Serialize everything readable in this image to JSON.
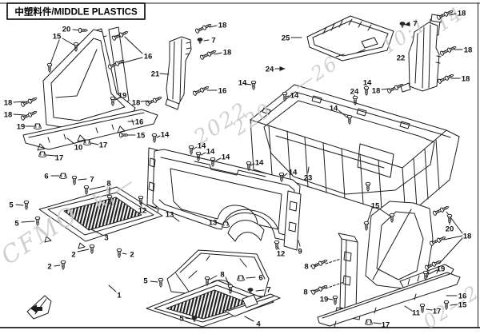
{
  "title": {
    "full": "中塑料件/MIDDLE PLASTICS"
  },
  "colors": {
    "ink": "#1c1c1c",
    "label": "#101010",
    "watermark": "#c8c8c8",
    "bg": "#ffffff"
  },
  "diagram": {
    "callouts": [
      [
        "20",
        83,
        36
      ],
      [
        "15",
        71,
        45
      ],
      [
        "16",
        185,
        70
      ],
      [
        "18",
        10,
        128
      ],
      [
        "18",
        10,
        143
      ],
      [
        "19",
        26,
        158
      ],
      [
        "19",
        153,
        119
      ],
      [
        "18",
        170,
        128
      ],
      [
        "16",
        174,
        152
      ],
      [
        "15",
        176,
        169
      ],
      [
        "10",
        98,
        184
      ],
      [
        "17",
        129,
        181
      ],
      [
        "17",
        74,
        197
      ],
      [
        "21",
        194,
        92
      ],
      [
        "18",
        278,
        31
      ],
      [
        "7",
        267,
        50
      ],
      [
        "18",
        284,
        65
      ],
      [
        "16",
        278,
        113
      ],
      [
        "24",
        337,
        86
      ],
      [
        "14",
        303,
        103
      ],
      [
        "14",
        368,
        119
      ],
      [
        "14",
        417,
        135
      ],
      [
        "24",
        443,
        114
      ],
      [
        "14",
        459,
        103
      ],
      [
        "18",
        470,
        113
      ],
      [
        "25",
        357,
        47
      ],
      [
        "22",
        501,
        72
      ],
      [
        "7",
        519,
        29
      ],
      [
        "18",
        577,
        16
      ],
      [
        "18",
        585,
        62
      ],
      [
        "18",
        582,
        98
      ],
      [
        "14",
        324,
        203
      ],
      [
        "14",
        366,
        215
      ],
      [
        "23",
        385,
        222
      ],
      [
        "14",
        206,
        168
      ],
      [
        "14",
        252,
        182
      ],
      [
        "14",
        263,
        189
      ],
      [
        "14",
        282,
        196
      ],
      [
        "12",
        178,
        263
      ],
      [
        "13",
        212,
        268
      ],
      [
        "13",
        266,
        278
      ],
      [
        "9",
        375,
        314
      ],
      [
        "12",
        351,
        317
      ],
      [
        "6",
        58,
        220
      ],
      [
        "7",
        115,
        224
      ],
      [
        "8",
        136,
        229
      ],
      [
        "5",
        14,
        256
      ],
      [
        "5",
        21,
        279
      ],
      [
        "3",
        133,
        297
      ],
      [
        "2",
        92,
        318
      ],
      [
        "2",
        165,
        318
      ],
      [
        "2",
        62,
        333
      ],
      [
        "1",
        149,
        369
      ],
      [
        "5",
        182,
        351
      ],
      [
        "8",
        278,
        343
      ],
      [
        "6",
        326,
        347
      ],
      [
        "7",
        336,
        362
      ],
      [
        "5",
        227,
        398
      ],
      [
        "4",
        323,
        405
      ],
      [
        "15",
        469,
        257
      ],
      [
        "20",
        562,
        286
      ],
      [
        "18",
        584,
        295
      ],
      [
        "19",
        551,
        336
      ],
      [
        "8",
        383,
        333
      ],
      [
        "8",
        382,
        365
      ],
      [
        "19",
        405,
        374
      ],
      [
        "16",
        578,
        370
      ],
      [
        "15",
        578,
        381
      ],
      [
        "11",
        520,
        391
      ],
      [
        "17",
        546,
        389
      ],
      [
        "17",
        482,
        406
      ]
    ],
    "fasteners": [
      [
        "screw",
        104,
        38,
        -90
      ],
      [
        "screw",
        62,
        85,
        0
      ],
      [
        "screw",
        95,
        59,
        0
      ],
      [
        "screwpair",
        151,
        44,
        0
      ],
      [
        "screwpair",
        146,
        80,
        0
      ],
      [
        "screwpair",
        37,
        127,
        0
      ],
      [
        "screwpair",
        37,
        144,
        0
      ],
      [
        "clip",
        47,
        158,
        0
      ],
      [
        "screw",
        141,
        127,
        0
      ],
      [
        "screwpair",
        193,
        126,
        0
      ],
      [
        "screw",
        155,
        169,
        -90
      ],
      [
        "clip",
        109,
        178,
        0
      ],
      [
        "clip",
        53,
        193,
        0
      ],
      [
        "screwpair",
        255,
        35,
        0
      ],
      [
        "rivet",
        250,
        51,
        0
      ],
      [
        "screwpair",
        261,
        68,
        0
      ],
      [
        "screwpair",
        252,
        113,
        0
      ],
      [
        "screw",
        317,
        107,
        0
      ],
      [
        "screw",
        356,
        121,
        0
      ],
      [
        "screw",
        437,
        150,
        0
      ],
      [
        "screw",
        444,
        126,
        0
      ],
      [
        "screw",
        458,
        114,
        0
      ],
      [
        "screwpair",
        495,
        110,
        0
      ],
      [
        "screw",
        311,
        208,
        0
      ],
      [
        "screw",
        352,
        222,
        0
      ],
      [
        "screwpair",
        557,
        18,
        0
      ],
      [
        "screwpair",
        561,
        63,
        0
      ],
      [
        "screwpair",
        558,
        98,
        0
      ],
      [
        "rivet",
        503,
        31,
        0
      ],
      [
        "screw",
        193,
        173,
        0
      ],
      [
        "screw",
        239,
        188,
        0
      ],
      [
        "screw",
        248,
        196,
        0
      ],
      [
        "screw",
        266,
        203,
        0
      ],
      [
        "screw",
        176,
        251,
        0
      ],
      [
        "clip",
        282,
        281,
        0
      ],
      [
        "screw",
        346,
        307,
        0
      ],
      [
        "clip",
        79,
        220,
        0
      ],
      [
        "screw",
        93,
        226,
        0
      ],
      [
        "screw",
        108,
        238,
        0
      ],
      [
        "screw",
        137,
        250,
        0
      ],
      [
        "screw",
        33,
        257,
        0
      ],
      [
        "screw",
        47,
        277,
        0
      ],
      [
        "screw",
        115,
        312,
        0
      ],
      [
        "screw",
        149,
        317,
        0
      ],
      [
        "screw",
        79,
        332,
        0
      ],
      [
        "screw",
        201,
        354,
        0
      ],
      [
        "screw",
        259,
        352,
        0
      ],
      [
        "screw",
        288,
        362,
        0
      ],
      [
        "clip",
        301,
        348,
        0
      ],
      [
        "rivet",
        313,
        364,
        0
      ],
      [
        "rivet",
        243,
        399,
        0
      ],
      [
        "screw",
        458,
        283,
        0
      ],
      [
        "screw",
        490,
        273,
        0
      ],
      [
        "screw",
        562,
        274,
        0
      ],
      [
        "screwpair",
        552,
        263,
        0
      ],
      [
        "screwpair",
        548,
        301,
        0
      ],
      [
        "screwpair",
        542,
        331,
        0
      ],
      [
        "screw",
        532,
        345,
        0
      ],
      [
        "screwpair",
        400,
        330,
        0
      ],
      [
        "screwpair",
        400,
        362,
        0
      ],
      [
        "screw",
        419,
        376,
        0
      ],
      [
        "screw",
        558,
        382,
        0
      ],
      [
        "screw",
        528,
        386,
        0
      ],
      [
        "clip",
        461,
        403,
        0
      ],
      [
        "screw",
        460,
        234,
        0
      ]
    ],
    "leaders": [
      [
        91,
        37,
        100,
        38
      ],
      [
        74,
        50,
        63,
        80
      ],
      [
        78,
        48,
        92,
        56
      ],
      [
        178,
        67,
        156,
        46
      ],
      [
        178,
        72,
        152,
        79
      ],
      [
        17,
        128,
        31,
        127
      ],
      [
        17,
        143,
        31,
        144
      ],
      [
        32,
        158,
        42,
        158
      ],
      [
        150,
        122,
        144,
        125
      ],
      [
        176,
        127,
        186,
        126
      ],
      [
        168,
        152,
        160,
        152
      ],
      [
        169,
        169,
        160,
        169
      ],
      [
        93,
        180,
        84,
        173
      ],
      [
        123,
        181,
        114,
        179
      ],
      [
        70,
        195,
        58,
        194
      ],
      [
        200,
        92,
        211,
        93
      ],
      [
        271,
        32,
        262,
        34
      ],
      [
        261,
        50,
        255,
        51
      ],
      [
        277,
        66,
        268,
        68
      ],
      [
        271,
        113,
        259,
        113
      ],
      [
        344,
        86,
        356,
        86,
        "a"
      ],
      [
        306,
        105,
        314,
        106
      ],
      [
        361,
        120,
        358,
        121
      ],
      [
        423,
        138,
        434,
        147
      ],
      [
        443,
        119,
        444,
        123
      ],
      [
        459,
        108,
        458,
        112
      ],
      [
        477,
        112,
        487,
        111
      ],
      [
        364,
        47,
        377,
        47
      ],
      [
        512,
        30,
        506,
        31,
        "a"
      ],
      [
        570,
        17,
        562,
        19
      ],
      [
        578,
        62,
        568,
        62
      ],
      [
        575,
        98,
        564,
        98
      ],
      [
        318,
        205,
        313,
        207
      ],
      [
        359,
        217,
        354,
        221
      ],
      [
        385,
        216,
        386,
        209
      ],
      [
        200,
        170,
        196,
        172
      ],
      [
        246,
        184,
        241,
        187
      ],
      [
        257,
        191,
        251,
        194
      ],
      [
        276,
        198,
        270,
        201
      ],
      [
        177,
        258,
        176,
        254
      ],
      [
        216,
        271,
        224,
        277
      ],
      [
        272,
        279,
        278,
        281
      ],
      [
        375,
        308,
        373,
        301
      ],
      [
        349,
        312,
        347,
        309
      ],
      [
        64,
        220,
        74,
        220
      ],
      [
        108,
        224,
        98,
        225
      ],
      [
        131,
        233,
        112,
        237
      ],
      [
        137,
        234,
        137,
        246
      ],
      [
        20,
        256,
        29,
        257
      ],
      [
        27,
        278,
        43,
        277
      ],
      [
        128,
        294,
        114,
        287
      ],
      [
        97,
        315,
        111,
        312
      ],
      [
        158,
        318,
        153,
        317
      ],
      [
        68,
        333,
        75,
        332
      ],
      [
        145,
        365,
        136,
        357
      ],
      [
        188,
        352,
        197,
        353
      ],
      [
        271,
        345,
        262,
        350
      ],
      [
        282,
        347,
        287,
        358
      ],
      [
        319,
        347,
        308,
        348
      ],
      [
        330,
        363,
        320,
        364
      ],
      [
        232,
        398,
        238,
        399
      ],
      [
        317,
        402,
        306,
        396
      ],
      [
        465,
        261,
        459,
        279
      ],
      [
        474,
        261,
        487,
        270
      ],
      [
        562,
        281,
        562,
        278
      ],
      [
        578,
        292,
        558,
        265
      ],
      [
        578,
        295,
        555,
        300
      ],
      [
        578,
        298,
        549,
        330
      ],
      [
        546,
        338,
        536,
        343
      ],
      [
        388,
        333,
        395,
        332
      ],
      [
        407,
        330,
        426,
        324,
        "d"
      ],
      [
        388,
        364,
        395,
        363
      ],
      [
        407,
        361,
        430,
        353,
        "d"
      ],
      [
        410,
        374,
        416,
        375
      ],
      [
        571,
        370,
        558,
        370
      ],
      [
        571,
        381,
        563,
        382
      ],
      [
        515,
        389,
        506,
        383
      ],
      [
        540,
        388,
        533,
        387
      ],
      [
        476,
        405,
        467,
        404
      ]
    ],
    "watermark": [
      [
        "CFMO",
        10,
        332,
        30
      ],
      [
        "kf—",
        123,
        263,
        26
      ],
      [
        "2022",
        250,
        182,
        26
      ],
      [
        "220",
        298,
        170,
        24
      ],
      [
        "—26",
        374,
        116,
        24
      ],
      [
        "10:1",
        484,
        68,
        24
      ],
      [
        "14",
        552,
        40,
        24
      ],
      [
        "02—2",
        536,
        412,
        24
      ]
    ]
  }
}
